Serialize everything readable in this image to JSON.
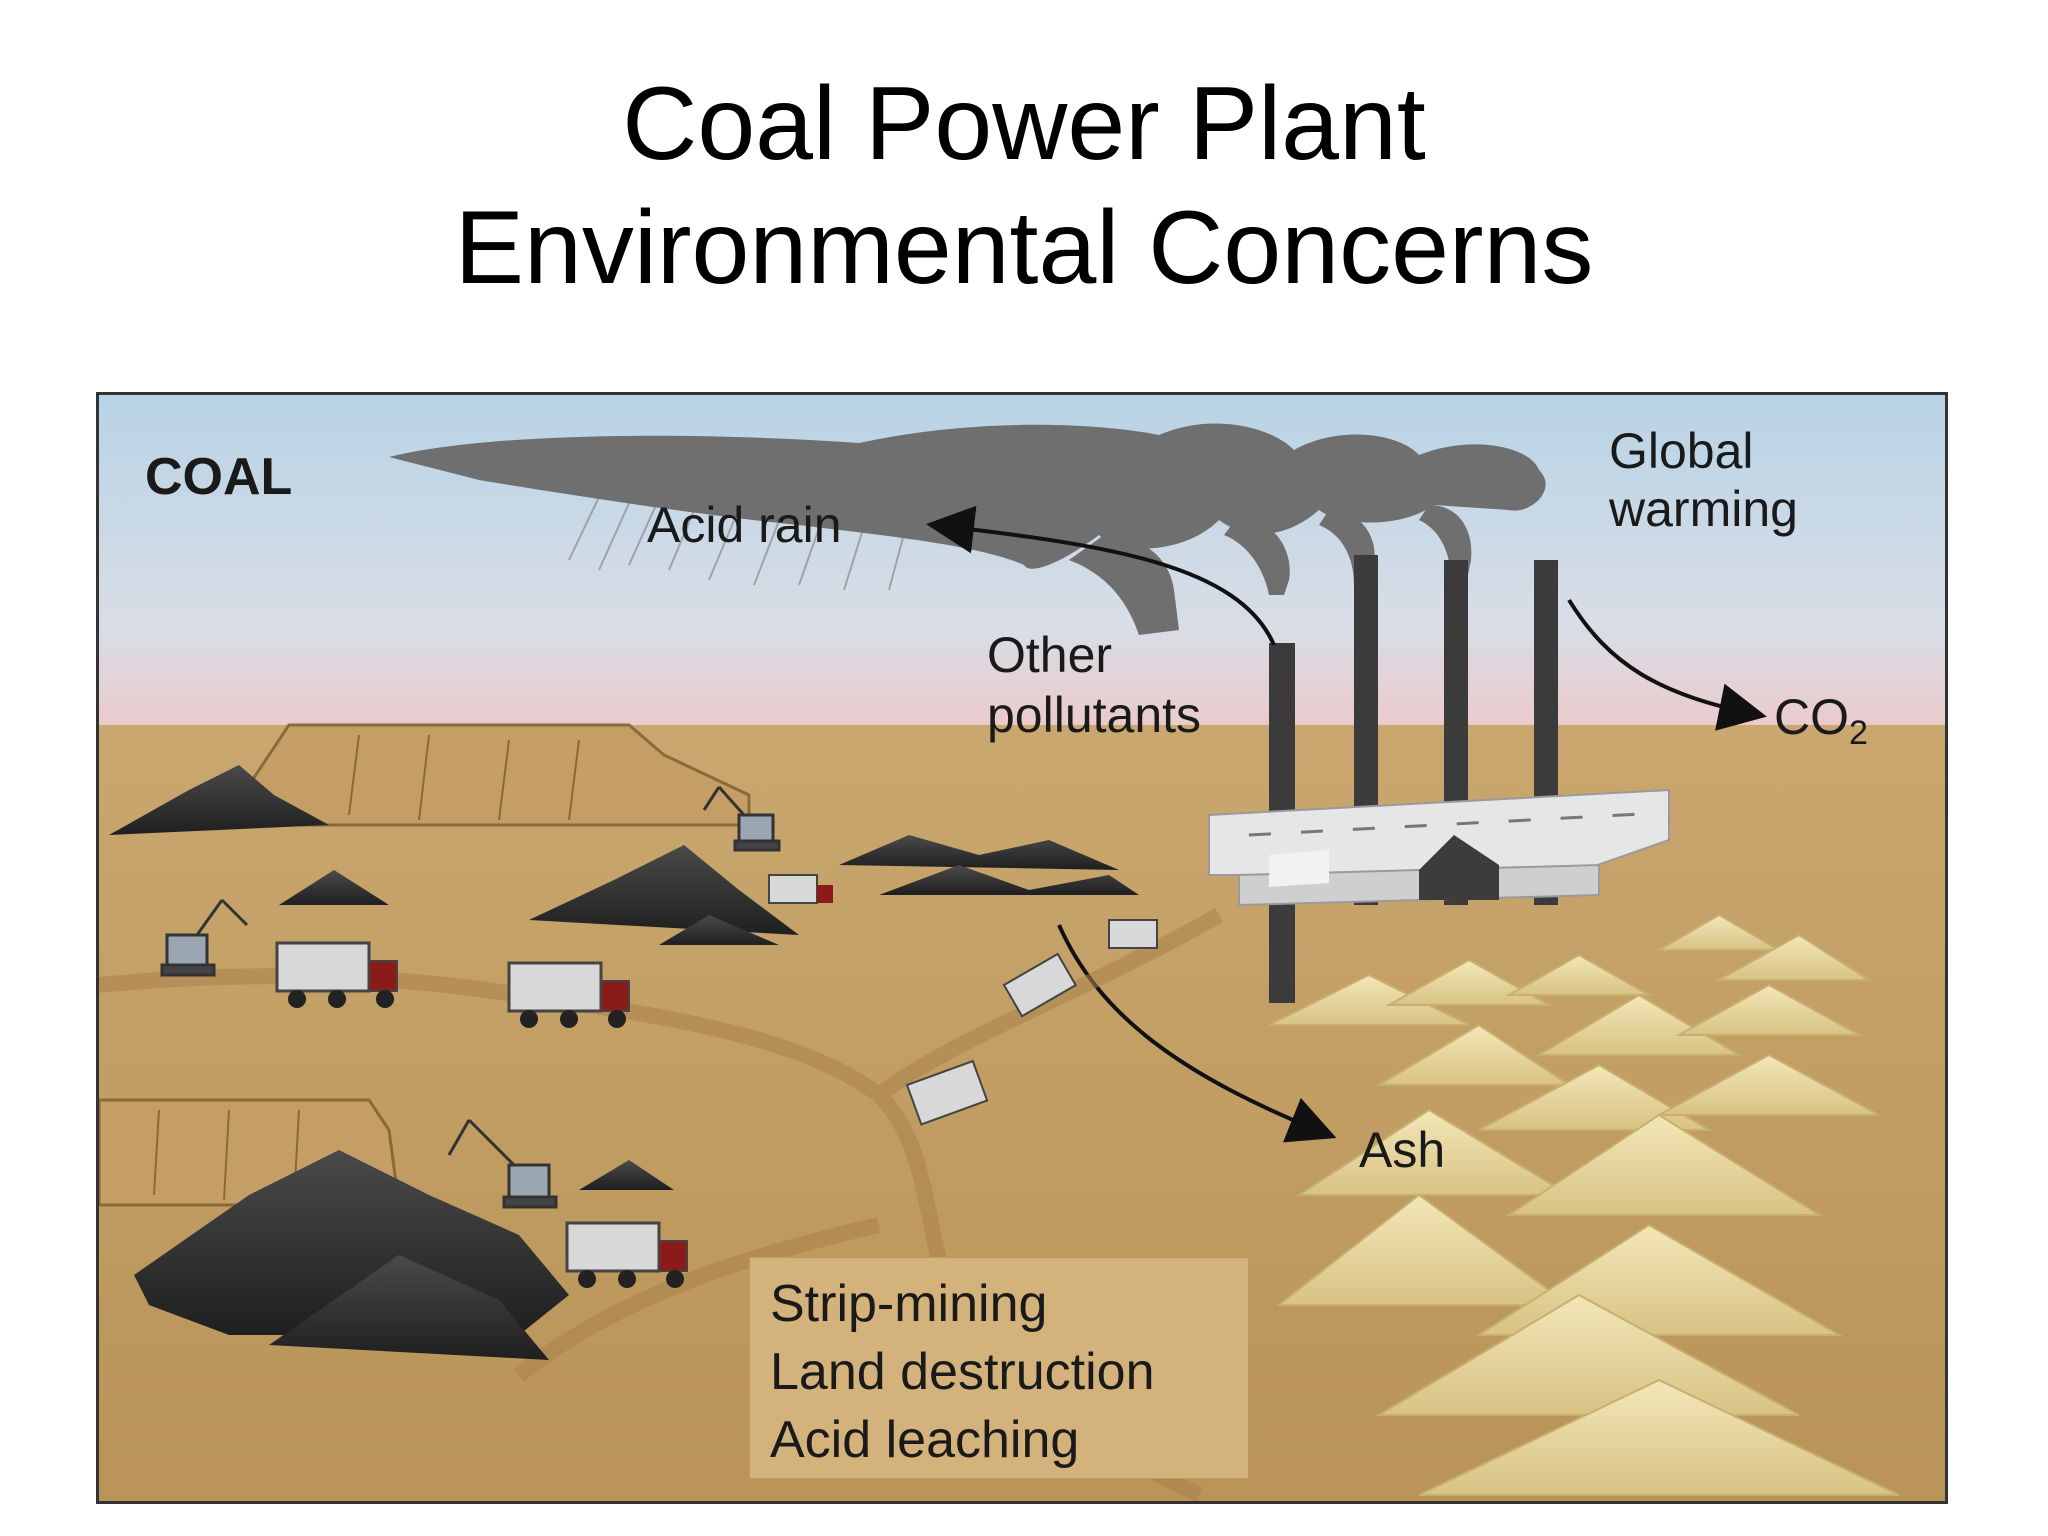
{
  "title": {
    "line1": "Coal Power Plant",
    "line2": "Environmental Concerns"
  },
  "diagram": {
    "heading": "COAL",
    "labels": {
      "acid_rain": "Acid rain",
      "global_warming_line1": "Global",
      "global_warming_line2": "warming",
      "other_pollutants_line1": "Other",
      "other_pollutants_line2": "pollutants",
      "co2_main": "CO",
      "co2_sub": "2",
      "ash": "Ash"
    },
    "mining_box": {
      "line1": "Strip-mining",
      "line2": "Land destruction",
      "line3": "Acid leaching"
    }
  },
  "colors": {
    "sky": "#bfd8e6",
    "horizon": "#e9cccc",
    "ground": "#c8a46c",
    "coal": "#2f2f2f",
    "smoke": "#6e6e6e",
    "ash": "#e6d49e",
    "plant": "#d9d9d9"
  }
}
